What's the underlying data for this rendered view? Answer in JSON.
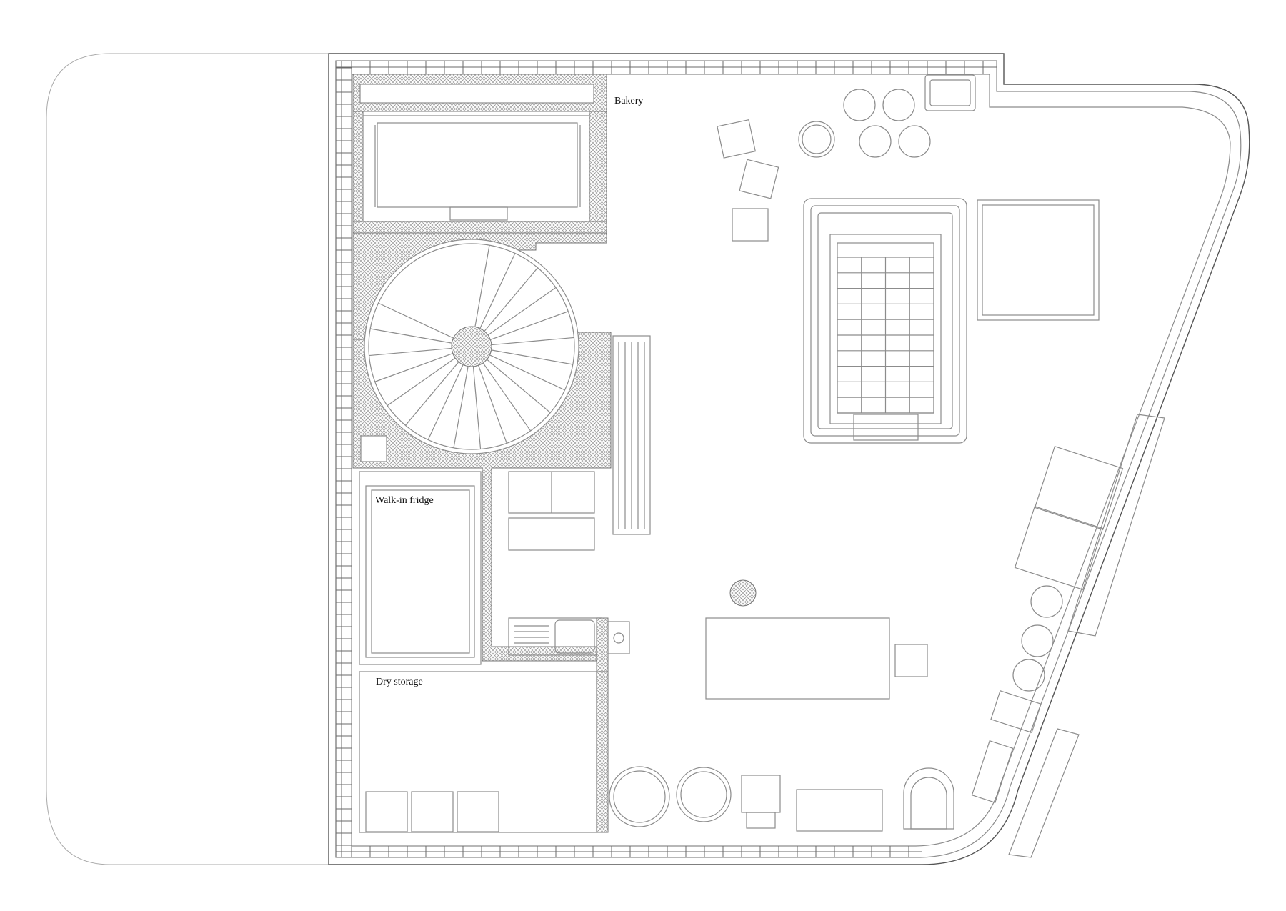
{
  "rooms": {
    "bakery": "Bakery",
    "walk_in_fridge": "Walk-in fridge",
    "dry_storage": "Dry storage"
  },
  "colors": {
    "line": "#8c8c8c",
    "hatch": "#777777",
    "background": "#ffffff"
  }
}
